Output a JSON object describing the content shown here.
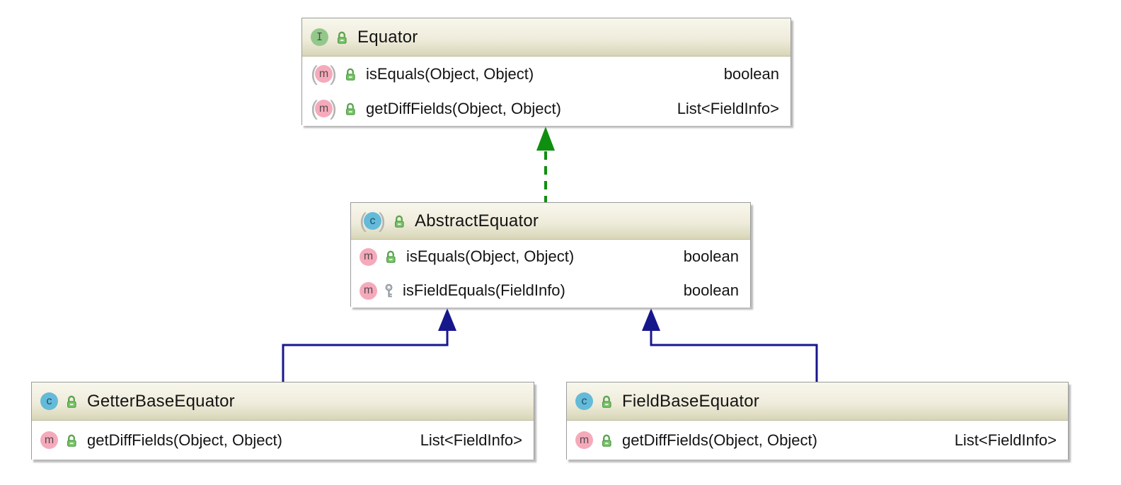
{
  "diagram": {
    "tool": "UML class diagram",
    "icons": {
      "interface_letter": "I",
      "class_letter": "c",
      "method_letter": "m",
      "public_lock": "open-green-padlock",
      "protected_key": "gray-key"
    },
    "colors": {
      "header_top": "#f8f7ec",
      "header_bottom": "#d8d6b7",
      "box_border": "#9b9b9b",
      "interface_icon": "#94c88b",
      "class_icon": "#64bad9",
      "method_icon": "#f5aabb",
      "lock_icon": "#6db75f",
      "key_icon": "#99a1a8",
      "implements_arrow": "#0f8f0f",
      "extends_arrow": "#17178c",
      "text": "#141414"
    },
    "classes": [
      {
        "name": "Equator",
        "kind": "interface",
        "methods": [
          {
            "name": "isEquals(Object, Object)",
            "returns": "boolean",
            "abstract": true,
            "visibility": "public"
          },
          {
            "name": "getDiffFields(Object, Object)",
            "returns": "List<FieldInfo>",
            "abstract": true,
            "visibility": "public"
          }
        ]
      },
      {
        "name": "AbstractEquator",
        "kind": "abstract class",
        "methods": [
          {
            "name": "isEquals(Object, Object)",
            "returns": "boolean",
            "abstract": false,
            "visibility": "public"
          },
          {
            "name": "isFieldEquals(FieldInfo)",
            "returns": "boolean",
            "abstract": false,
            "visibility": "protected"
          }
        ]
      },
      {
        "name": "GetterBaseEquator",
        "kind": "class",
        "methods": [
          {
            "name": "getDiffFields(Object, Object)",
            "returns": "List<FieldInfo>",
            "abstract": false,
            "visibility": "public"
          }
        ]
      },
      {
        "name": "FieldBaseEquator",
        "kind": "class",
        "methods": [
          {
            "name": "getDiffFields(Object, Object)",
            "returns": "List<FieldInfo>",
            "abstract": false,
            "visibility": "public"
          }
        ]
      }
    ],
    "relations": [
      {
        "from": "AbstractEquator",
        "to": "Equator",
        "type": "implements",
        "style": "dashed-green"
      },
      {
        "from": "GetterBaseEquator",
        "to": "AbstractEquator",
        "type": "extends",
        "style": "solid-navy"
      },
      {
        "from": "FieldBaseEquator",
        "to": "AbstractEquator",
        "type": "extends",
        "style": "solid-navy"
      }
    ]
  }
}
